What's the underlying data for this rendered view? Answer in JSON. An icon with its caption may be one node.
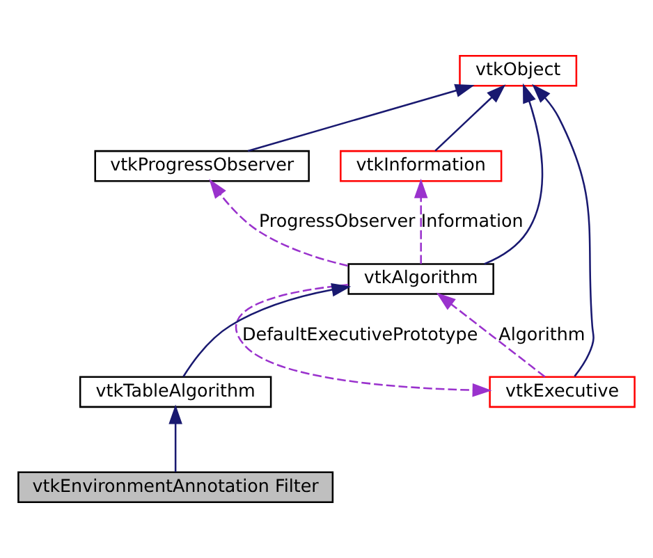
{
  "diagram": {
    "nodes": [
      {
        "text": [
          "vtkObject"
        ]
      },
      {
        "text": [
          "vtkProgressObserver"
        ]
      },
      {
        "text": [
          "vtkInformation"
        ]
      },
      {
        "text": [
          "vtkAlgorithm"
        ]
      },
      {
        "text": [
          "vtkTableAlgorithm"
        ]
      },
      {
        "text": [
          "vtkExecutive"
        ]
      },
      {
        "text": [
          "vtkEnvironmentAnnotation Filter"
        ]
      }
    ],
    "edges": [
      {
        "from": 1,
        "to": 0,
        "arrow": "to"
      },
      {
        "from": 2,
        "to": 0,
        "arrow": "to"
      },
      {
        "from": 3,
        "to": 0,
        "arrow": "to"
      },
      {
        "from": 5,
        "to": 0,
        "arrow": "to"
      },
      {
        "from": 3,
        "to": 1,
        "arrow": "to",
        "label": "ProgressObserver",
        "style": "dashed",
        "color": "#9a32cd"
      },
      {
        "from": 3,
        "to": 2,
        "arrow": "to",
        "label": "Information",
        "style": "dashed",
        "color": "#9a32cd"
      },
      {
        "from": 4,
        "to": 3,
        "arrow": "to"
      },
      {
        "from": 5,
        "to": 3,
        "arrow": "to",
        "label": "Algorithm",
        "style": "dashed",
        "color": "#9a32cd"
      },
      {
        "from": 3,
        "to": 5,
        "arrow": "to",
        "label": "DefaultExecutivePrototype",
        "style": "dashed",
        "color": "#9a32cd"
      },
      {
        "from": 6,
        "to": 4,
        "arrow": "to"
      }
    ]
  }
}
